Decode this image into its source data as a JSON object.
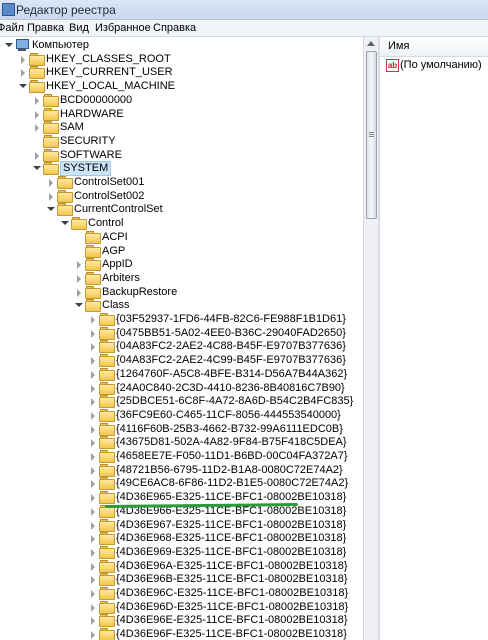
{
  "window": {
    "title": "Редактор реестра"
  },
  "menu": [
    "Файл",
    "Правка",
    "Вид",
    "Избранное",
    "Справка"
  ],
  "right_pane": {
    "column_name": "Имя",
    "values": [
      {
        "name": "(По умолчанию)",
        "icon": "string-value-icon"
      }
    ]
  },
  "tree": [
    {
      "label": "Компьютер",
      "level": 0,
      "expander": "expanded",
      "icon": "computer"
    },
    {
      "label": "HKEY_CLASSES_ROOT",
      "level": 1,
      "expander": "collapsed"
    },
    {
      "label": "HKEY_CURRENT_USER",
      "level": 1,
      "expander": "collapsed"
    },
    {
      "label": "HKEY_LOCAL_MACHINE",
      "level": 1,
      "expander": "expanded"
    },
    {
      "label": "BCD00000000",
      "level": 2,
      "expander": "collapsed"
    },
    {
      "label": "HARDWARE",
      "level": 2,
      "expander": "collapsed"
    },
    {
      "label": "SAM",
      "level": 2,
      "expander": "collapsed"
    },
    {
      "label": "SECURITY",
      "level": 2,
      "expander": "none"
    },
    {
      "label": "SOFTWARE",
      "level": 2,
      "expander": "collapsed"
    },
    {
      "label": "SYSTEM",
      "level": 2,
      "expander": "expanded",
      "selected": true
    },
    {
      "label": "ControlSet001",
      "level": 3,
      "expander": "collapsed"
    },
    {
      "label": "ControlSet002",
      "level": 3,
      "expander": "collapsed"
    },
    {
      "label": "CurrentControlSet",
      "level": 3,
      "expander": "expanded"
    },
    {
      "label": "Control",
      "level": 4,
      "expander": "expanded"
    },
    {
      "label": "ACPI",
      "level": 5,
      "expander": "none"
    },
    {
      "label": "AGP",
      "level": 5,
      "expander": "none"
    },
    {
      "label": "AppID",
      "level": 5,
      "expander": "collapsed"
    },
    {
      "label": "Arbiters",
      "level": 5,
      "expander": "collapsed"
    },
    {
      "label": "BackupRestore",
      "level": 5,
      "expander": "collapsed"
    },
    {
      "label": "Class",
      "level": 5,
      "expander": "expanded"
    },
    {
      "label": "{03F52937-1FD6-44FB-82C6-FE988F1B1D61}",
      "level": 6,
      "expander": "collapsed"
    },
    {
      "label": "{0475BB51-5A02-4EE0-B36C-29040FAD2650}",
      "level": 6,
      "expander": "collapsed"
    },
    {
      "label": "{04A83FC2-2AE2-4C88-B45F-E9707B377636}",
      "level": 6,
      "expander": "collapsed"
    },
    {
      "label": "{04A83FC2-2AE2-4C99-B45F-E9707B377636}",
      "level": 6,
      "expander": "collapsed"
    },
    {
      "label": "{1264760F-A5C8-4BFE-B314-D56A7B44A362}",
      "level": 6,
      "expander": "collapsed"
    },
    {
      "label": "{24A0C840-2C3D-4410-8236-8B40816C7B90}",
      "level": 6,
      "expander": "collapsed"
    },
    {
      "label": "{25DBCE51-6C8F-4A72-8A6D-B54C2B4FC835}",
      "level": 6,
      "expander": "collapsed"
    },
    {
      "label": "{36FC9E60-C465-11CF-8056-444553540000}",
      "level": 6,
      "expander": "collapsed"
    },
    {
      "label": "{4116F60B-25B3-4662-B732-99A6111EDC0B}",
      "level": 6,
      "expander": "collapsed"
    },
    {
      "label": "{43675D81-502A-4A82-9F84-B75F418C5DEA}",
      "level": 6,
      "expander": "collapsed"
    },
    {
      "label": "{4658EE7E-F050-11D1-B6BD-00C04FA372A7}",
      "level": 6,
      "expander": "collapsed"
    },
    {
      "label": "{48721B56-6795-11D2-B1A8-0080C72E74A2}",
      "level": 6,
      "expander": "collapsed"
    },
    {
      "label": "{49CE6AC8-6F86-11D2-B1E5-0080C72E74A2}",
      "level": 6,
      "expander": "collapsed"
    },
    {
      "label": "{4D36E965-E325-11CE-BFC1-08002BE10318}",
      "level": 6,
      "expander": "collapsed"
    },
    {
      "label": "{4D36E966-E325-11CE-BFC1-08002BE10318}",
      "level": 6,
      "expander": "collapsed"
    },
    {
      "label": "{4D36E967-E325-11CE-BFC1-08002BE10318}",
      "level": 6,
      "expander": "collapsed"
    },
    {
      "label": "{4D36E968-E325-11CE-BFC1-08002BE10318}",
      "level": 6,
      "expander": "collapsed"
    },
    {
      "label": "{4D36E969-E325-11CE-BFC1-08002BE10318}",
      "level": 6,
      "expander": "collapsed"
    },
    {
      "label": "{4D36E96A-E325-11CE-BFC1-08002BE10318}",
      "level": 6,
      "expander": "collapsed"
    },
    {
      "label": "{4D36E96B-E325-11CE-BFC1-08002BE10318}",
      "level": 6,
      "expander": "collapsed"
    },
    {
      "label": "{4D36E96C-E325-11CE-BFC1-08002BE10318}",
      "level": 6,
      "expander": "collapsed"
    },
    {
      "label": "{4D36E96D-E325-11CE-BFC1-08002BE10318}",
      "level": 6,
      "expander": "collapsed"
    },
    {
      "label": "{4D36E96E-E325-11CE-BFC1-08002BE10318}",
      "level": 6,
      "expander": "collapsed"
    },
    {
      "label": "{4D36E96F-E325-11CE-BFC1-08002BE10318}",
      "level": 6,
      "expander": "collapsed"
    }
  ],
  "colors": {
    "selection": "#cce4f7",
    "annotation_underline": "#2d9a3a"
  }
}
